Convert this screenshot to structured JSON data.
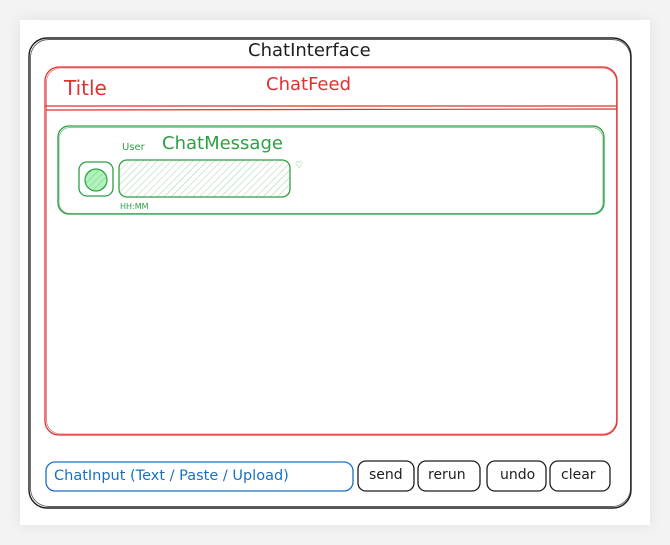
{
  "colors": {
    "frame": "#1e1e1e",
    "feed": "#e03131",
    "message": "#2f9e44",
    "message_fill": "#b2f2bb",
    "input": "#1971c2"
  },
  "chat_interface": {
    "label": "ChatInterface"
  },
  "chat_feed": {
    "label": "ChatFeed",
    "title_label": "Title"
  },
  "chat_message": {
    "label": "ChatMessage",
    "user_label": "User",
    "timestamp": "HH:MM",
    "avatar_icon": "avatar-icon",
    "reaction_icon": "heart-icon"
  },
  "chat_input": {
    "label": "ChatInput (Text / Paste / Upload)"
  },
  "buttons": {
    "send": "send",
    "rerun": "rerun",
    "undo": "undo",
    "clear": "clear"
  }
}
